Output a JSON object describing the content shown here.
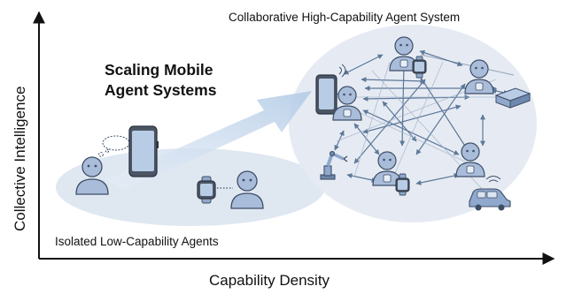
{
  "axes": {
    "y_label": "Collective Intelligence",
    "x_label": "Capability Density"
  },
  "titles": {
    "collaborative": "Collaborative High-Capability Agent System",
    "scaling_line1": "Scaling Mobile",
    "scaling_line2": "Agent Systems",
    "isolated": "Isolated Low-Capability Agents"
  },
  "colors": {
    "agent_fill": "#a9bcd9",
    "agent_stroke": "#3d4e67",
    "device_fill": "#8fa8cc",
    "ellipse_left": "#dfe7f1",
    "ellipse_right": "#e6ebf3",
    "arrow_big": "#c7d8ec",
    "link_arrow": "#5d7899"
  },
  "icons": [
    "person-icon",
    "phone-icon",
    "watch-icon",
    "robot-agent-icon",
    "robot-arm-icon",
    "router-icon",
    "car-icon",
    "thought-bubble-icon"
  ]
}
